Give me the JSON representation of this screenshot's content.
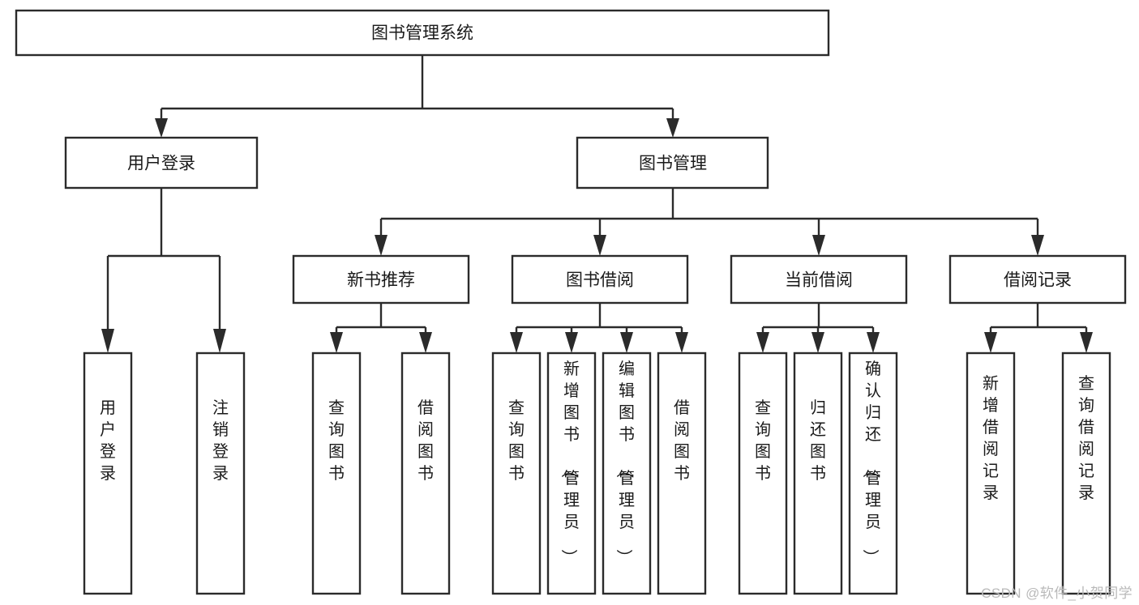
{
  "diagram": {
    "type": "tree",
    "title": "图书管理系统",
    "orientation": "top-down",
    "watermark": "CSDN @软件_小贺同学",
    "colors": {
      "background": "#ffffff",
      "box_fill": "#ffffff",
      "box_stroke": "#2b2b2b",
      "text": "#1a1a1a",
      "connector": "#2b2b2b",
      "watermark": "#b9b9b9"
    },
    "levels": {
      "root": "图书管理系统",
      "level2": [
        "用户登录",
        "图书管理"
      ],
      "level3": [
        "新书推荐",
        "图书借阅",
        "当前借阅",
        "借阅记录"
      ]
    },
    "nodes": {
      "root": {
        "id": "root",
        "label": "图书管理系统",
        "orientation": "horizontal"
      },
      "user_login": {
        "id": "user-login",
        "label": "用户登录",
        "orientation": "horizontal"
      },
      "book_manage": {
        "id": "book-manage",
        "label": "图书管理",
        "orientation": "horizontal"
      },
      "new_book_rec": {
        "id": "new-book-recommend",
        "label": "新书推荐",
        "orientation": "horizontal"
      },
      "book_borrow": {
        "id": "book-borrow",
        "label": "图书借阅",
        "orientation": "horizontal"
      },
      "current_borrow": {
        "id": "current-borrow",
        "label": "当前借阅",
        "orientation": "horizontal"
      },
      "borrow_record": {
        "id": "borrow-record",
        "label": "借阅记录",
        "orientation": "horizontal"
      },
      "leaf_user_login": {
        "id": "leaf-user-login",
        "label": "用户登录",
        "orientation": "vertical"
      },
      "leaf_logout": {
        "id": "leaf-logout",
        "label": "注销登录",
        "orientation": "vertical"
      },
      "leaf_query_book_1": {
        "id": "leaf-query-book-1",
        "label": "查询图书",
        "orientation": "vertical"
      },
      "leaf_borrow_book_1": {
        "id": "leaf-borrow-book-1",
        "label": "借阅图书",
        "orientation": "vertical"
      },
      "leaf_query_book_2": {
        "id": "leaf-query-book-2",
        "label": "查询图书",
        "orientation": "vertical"
      },
      "leaf_add_book": {
        "id": "leaf-add-book",
        "label": "新增图书（管理员）",
        "orientation": "vertical"
      },
      "leaf_edit_book": {
        "id": "leaf-edit-book",
        "label": "编辑图书（管理员）",
        "orientation": "vertical"
      },
      "leaf_borrow_book_2": {
        "id": "leaf-borrow-book-2",
        "label": "借阅图书",
        "orientation": "vertical"
      },
      "leaf_query_book_3": {
        "id": "leaf-query-book-3",
        "label": "查询图书",
        "orientation": "vertical"
      },
      "leaf_return_book": {
        "id": "leaf-return-book",
        "label": "归还图书",
        "orientation": "vertical"
      },
      "leaf_confirm_return": {
        "id": "leaf-confirm-return",
        "label": "确认归还（管理员）",
        "orientation": "vertical"
      },
      "leaf_add_record": {
        "id": "leaf-add-record",
        "label": "新增借阅记录",
        "orientation": "vertical"
      },
      "leaf_query_record": {
        "id": "leaf-query-record",
        "label": "查询借阅记录",
        "orientation": "vertical"
      }
    },
    "edges": [
      {
        "from": "图书管理系统",
        "to": "用户登录"
      },
      {
        "from": "图书管理系统",
        "to": "图书管理"
      },
      {
        "from": "用户登录",
        "to": "用户登录"
      },
      {
        "from": "用户登录",
        "to": "注销登录"
      },
      {
        "from": "图书管理",
        "to": "新书推荐"
      },
      {
        "from": "图书管理",
        "to": "图书借阅"
      },
      {
        "from": "图书管理",
        "to": "当前借阅"
      },
      {
        "from": "图书管理",
        "to": "借阅记录"
      },
      {
        "from": "新书推荐",
        "to": "查询图书"
      },
      {
        "from": "新书推荐",
        "to": "借阅图书"
      },
      {
        "from": "图书借阅",
        "to": "查询图书"
      },
      {
        "from": "图书借阅",
        "to": "新增图书（管理员）"
      },
      {
        "from": "图书借阅",
        "to": "编辑图书（管理员）"
      },
      {
        "from": "图书借阅",
        "to": "借阅图书"
      },
      {
        "from": "当前借阅",
        "to": "查询图书"
      },
      {
        "from": "当前借阅",
        "to": "归还图书"
      },
      {
        "from": "当前借阅",
        "to": "确认归还（管理员）"
      },
      {
        "from": "借阅记录",
        "to": "新增借阅记录"
      },
      {
        "from": "借阅记录",
        "to": "查询借阅记录"
      }
    ]
  }
}
